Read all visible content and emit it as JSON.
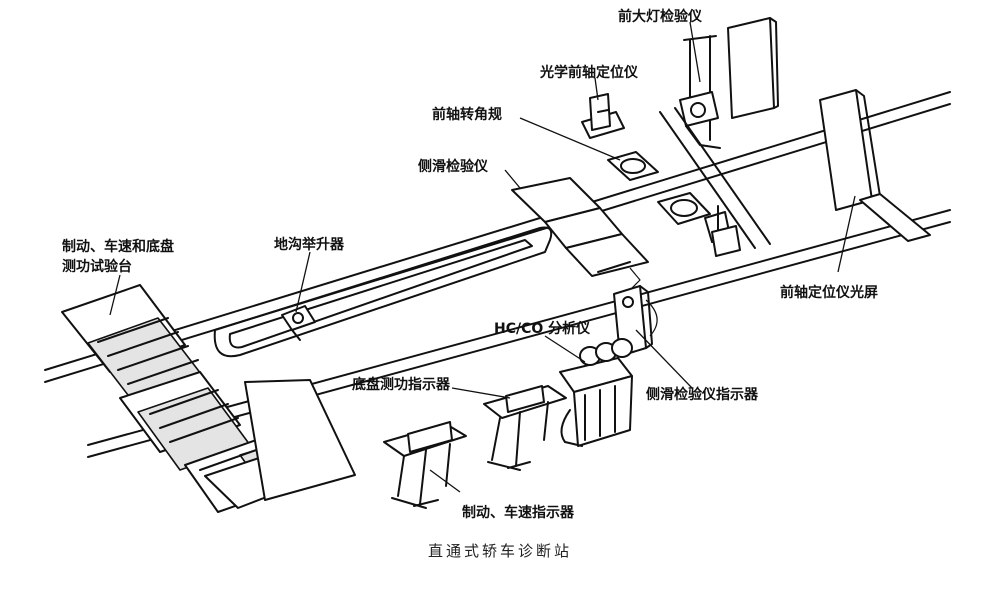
{
  "labels": {
    "headlight_tester": "前大灯检验仪",
    "optical_front_axle": "光学前轴定位仪",
    "front_axle_turn_gauge": "前轴转角规",
    "sideslip_tester": "侧滑检验仪",
    "brake_speed_dyno_line1": "制动、车速和底盘",
    "brake_speed_dyno_line2": "测功试验台",
    "pit_lift": "地沟举升器",
    "front_axle_screen": "前轴定位仪光屏",
    "hc_co_analyzer": "HC/CO 分析仪",
    "chassis_dyno_indicator": "底盘测功指示器",
    "sideslip_indicator": "侧滑检验仪指示器",
    "brake_speed_indicator": "制动、车速指示器"
  },
  "caption": "直通式轿车诊断站"
}
